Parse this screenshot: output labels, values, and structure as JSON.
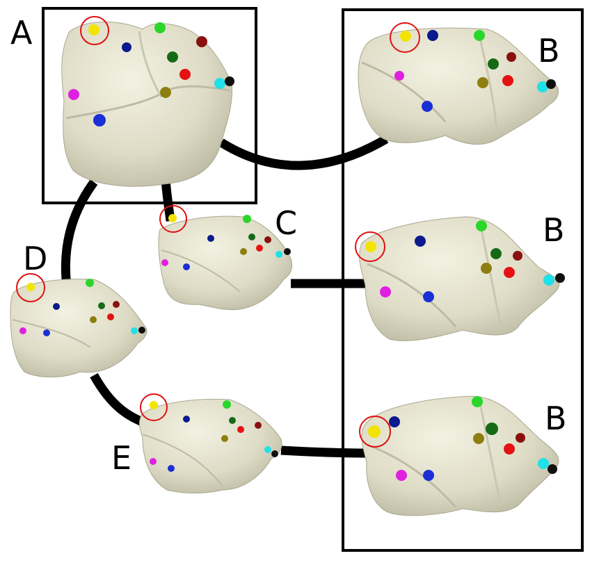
{
  "labels": {
    "a": "A",
    "b_top": "B",
    "b_middle": "B",
    "b_bottom": "B",
    "c": "C",
    "d": "D",
    "e": "E"
  },
  "colors": {
    "tooth": "#e3e1cc",
    "tooth_shadow": "#b9b79f",
    "connector": "#000000",
    "highlight_ring": "#e01010",
    "landmarks": [
      "#f2e400",
      "#0b1a8c",
      "#2ad62a",
      "#156b15",
      "#e41212",
      "#8a1010",
      "#20e0e8",
      "#101010",
      "#e020e0",
      "#1a2fd6",
      "#8e7e10"
    ]
  }
}
